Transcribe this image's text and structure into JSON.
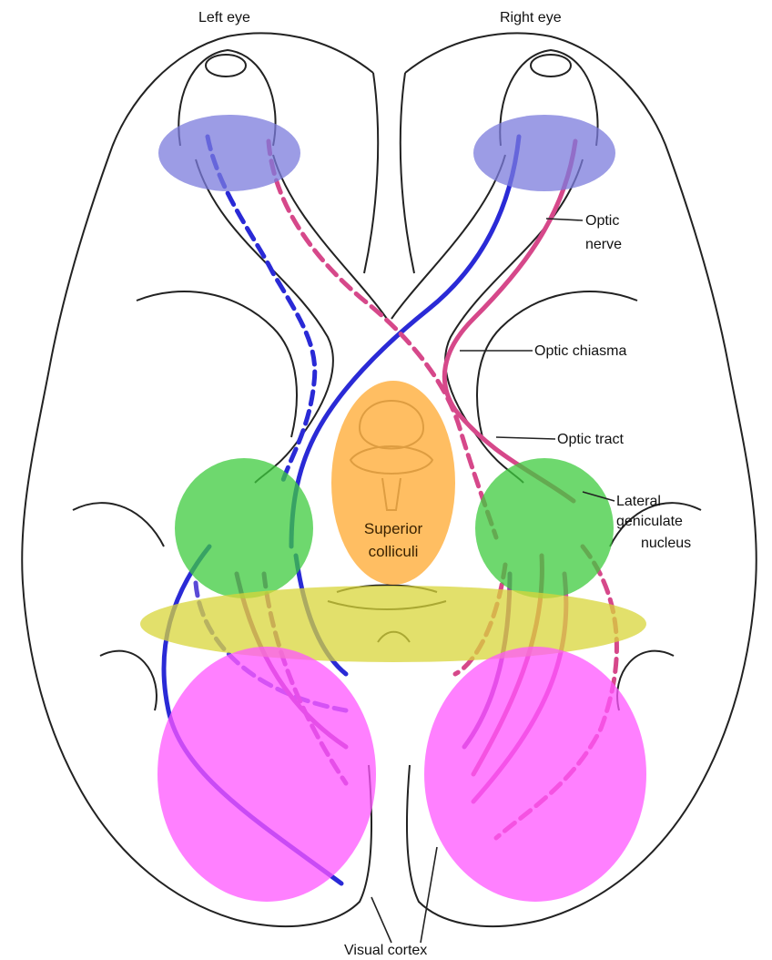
{
  "labels": {
    "left_eye": "Left eye",
    "right_eye": "Right eye",
    "optic_nerve_1": "Optic",
    "optic_nerve_2": "nerve",
    "optic_chiasma": "Optic chiasma",
    "optic_tract": "Optic tract",
    "lgn_1": "Lateral",
    "lgn_2": "geniculate",
    "lgn_3": "nucleus",
    "superior_1": "Superior",
    "superior_2": "colliculi",
    "visual_cortex": "Visual cortex"
  },
  "colors": {
    "eye_region": "#7b7bdc",
    "colliculi_region": "#ffb347",
    "lgn_region": "#3ecb3e",
    "radiation_band": "#d8d63a",
    "cortex_region": "#ff55ff",
    "left_field_fibers": "#2a2ad6",
    "right_field_fibers": "#d6488a",
    "outline": "#222222"
  }
}
